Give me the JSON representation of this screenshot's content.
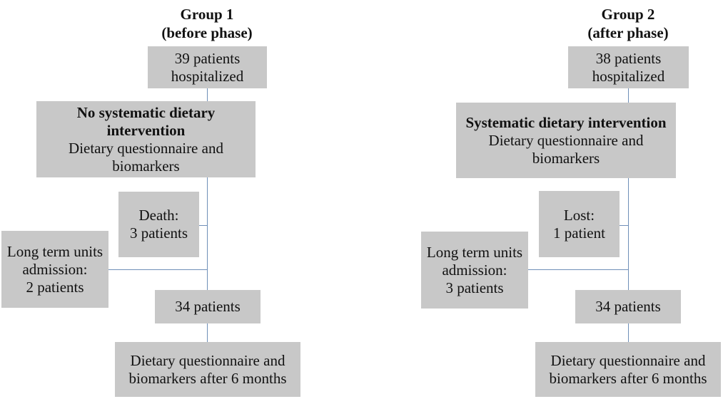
{
  "group1": {
    "title": "Group 1",
    "subtitle": "(before phase)",
    "start": [
      "39 patients",
      "hospitalized"
    ],
    "intervention_title": [
      "No systematic dietary",
      "intervention"
    ],
    "intervention_detail": [
      "Dietary questionnaire and",
      "biomarkers"
    ],
    "exclusion_a": [
      "Death:",
      "3 patients"
    ],
    "exclusion_b": [
      "Long term units",
      "admission:",
      "2 patients"
    ],
    "remaining": "34 patients",
    "final": [
      "Dietary questionnaire and",
      "biomarkers after 6 months"
    ]
  },
  "group2": {
    "title": "Group 2",
    "subtitle": "(after phase)",
    "start": [
      "38 patients",
      "hospitalized"
    ],
    "intervention_title": [
      "Systematic dietary intervention"
    ],
    "intervention_detail": [
      "Dietary questionnaire and",
      "biomarkers"
    ],
    "exclusion_a": [
      "Lost:",
      "1 patient"
    ],
    "exclusion_b": [
      "Long term units",
      "admission:",
      "3 patients"
    ],
    "remaining": "34 patients",
    "final": [
      "Dietary questionnaire and",
      "biomarkers after 6 months"
    ]
  }
}
